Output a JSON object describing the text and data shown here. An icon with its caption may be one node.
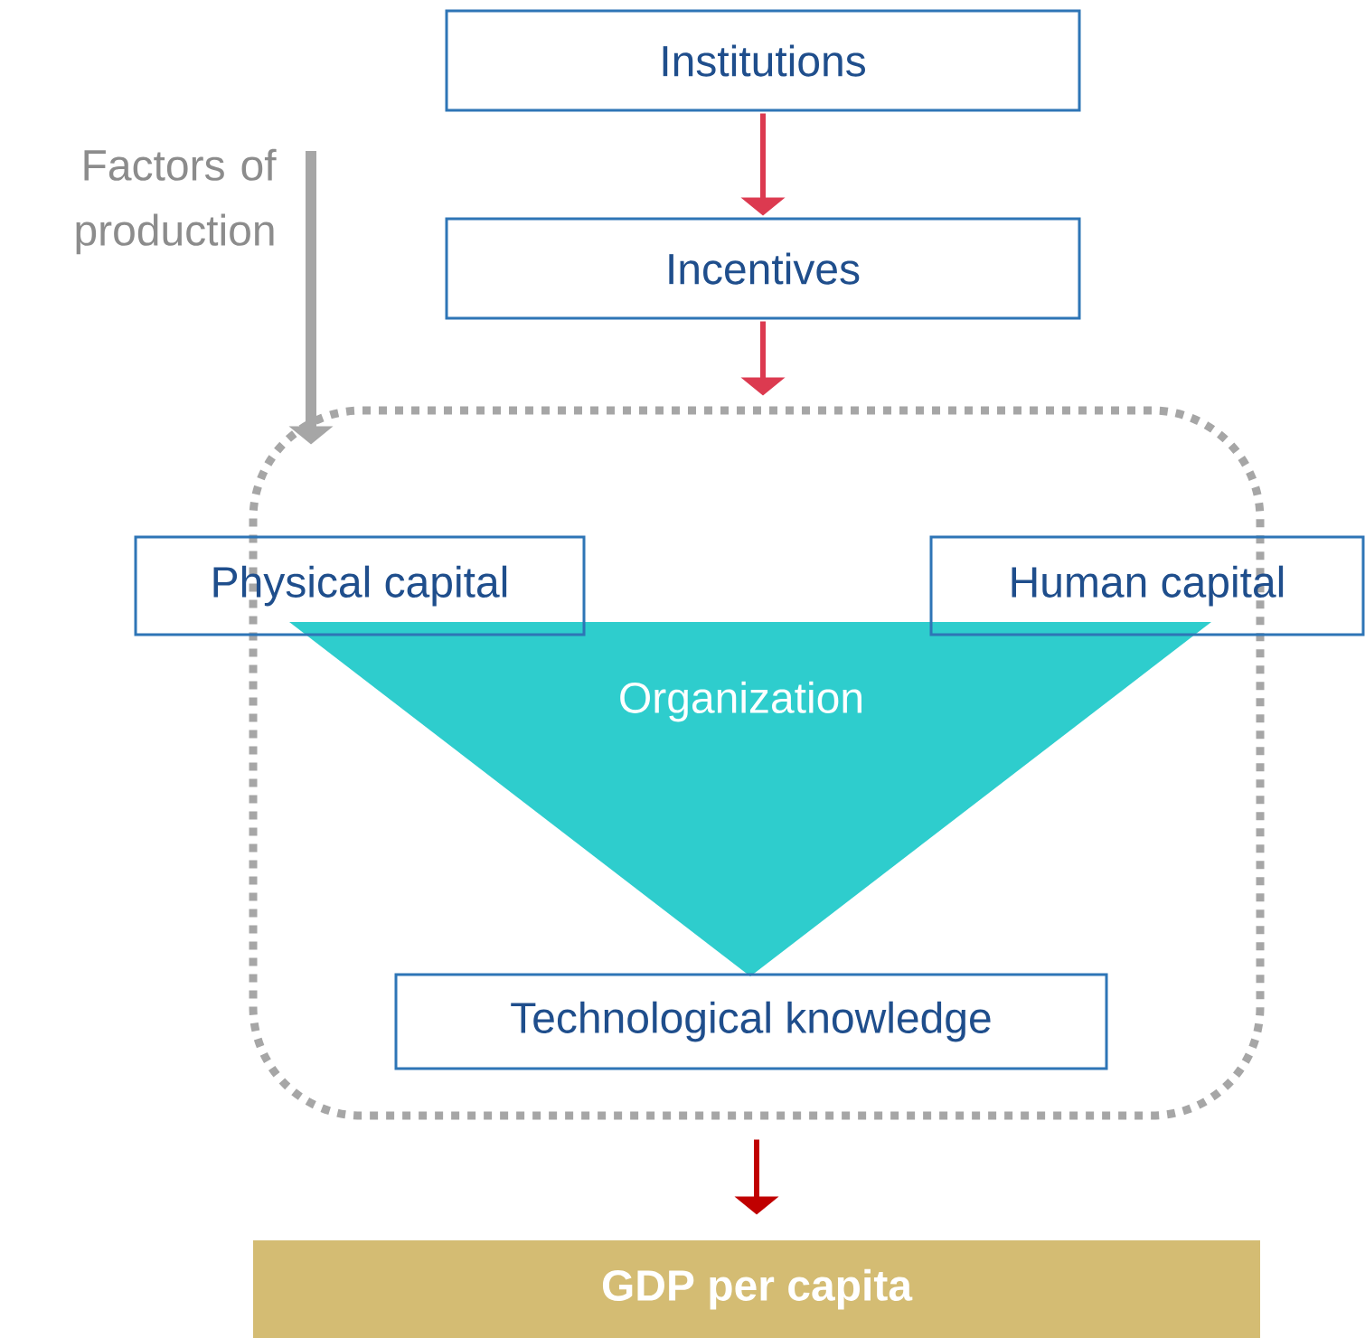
{
  "diagram": {
    "nodes": [
      {
        "text": [
          "Institutions"
        ]
      },
      {
        "text": [
          "Incentives"
        ]
      },
      {
        "text": [
          "Factors of production"
        ]
      },
      {
        "text": [],
        "shape": "box"
      },
      {
        "text": [
          "Physical capital"
        ]
      },
      {
        "text": [
          "Human capital"
        ]
      },
      {
        "text": [
          "Organization"
        ],
        "in": 3
      },
      {
        "text": [
          "Technological knowledge"
        ],
        "in": 3
      },
      {
        "text": [
          "GDP per capita"
        ]
      }
    ],
    "edges": [
      {
        "from": 0,
        "to": 1,
        "arrow": "to"
      },
      {
        "from": 1,
        "to": 3,
        "arrow": "to"
      },
      {
        "from": 2,
        "to": 3,
        "arrow": "to",
        "style": "thick",
        "color": "#a6a6a6"
      },
      {
        "from": 3,
        "to": 8,
        "arrow": "to",
        "color": "#c00000"
      }
    ]
  }
}
